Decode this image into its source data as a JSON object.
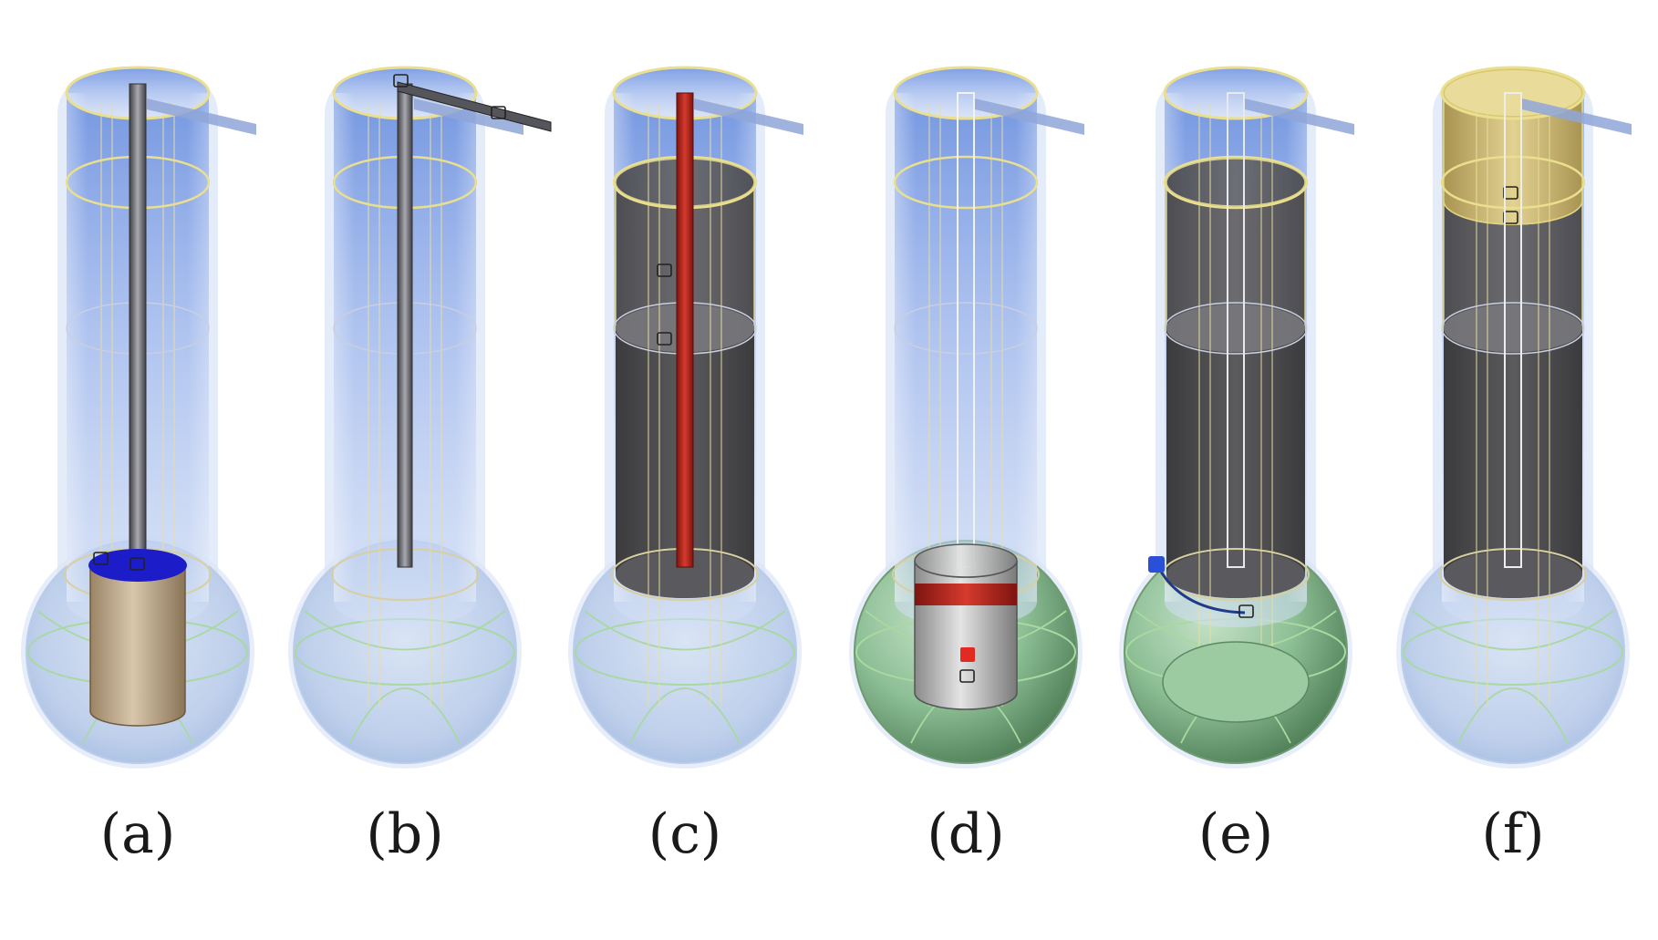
{
  "panels": [
    {
      "label": "(a)",
      "variant": "a"
    },
    {
      "label": "(b)",
      "variant": "b"
    },
    {
      "label": "(c)",
      "variant": "c"
    },
    {
      "label": "(d)",
      "variant": "d"
    },
    {
      "label": "(e)",
      "variant": "e"
    },
    {
      "label": "(f)",
      "variant": "f"
    }
  ],
  "colors": {
    "glass_blue": "#6f93e0",
    "glass_edge": "#e9df8e",
    "dark_fluid": "#4a4a4a",
    "rod_red": "#c1271c",
    "rod_grey": "#6d6d72",
    "piston_blue": "#1c1cc8",
    "piston_tan": "#b39e84",
    "bulb_green": "#86b98f",
    "cap_yellow": "#cdb766",
    "handle_blue": "#2a4fd8"
  }
}
